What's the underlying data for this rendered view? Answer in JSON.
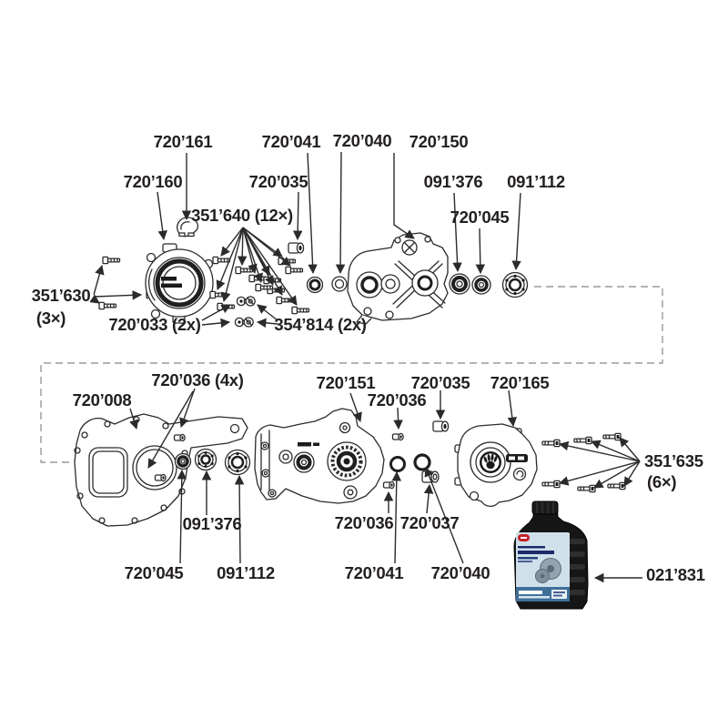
{
  "diagram": {
    "kind": "engine-crankcase-exploded-parts-diagram",
    "labels": {
      "top": {
        "l720161": "720’161",
        "l720041": "720’041",
        "l720040": "720’040",
        "l720150": "720’150",
        "l720160": "720’160",
        "l720035": "720’035",
        "l091376": "091’376",
        "l091112": "091’112",
        "l351640": "351’640 (12×)",
        "l720045": "720’045",
        "l351630": "351’630",
        "l351630_qty": "(3×)",
        "l720033": "720’033 (2x)",
        "l354814": "354’814 (2x)"
      },
      "bottom": {
        "l720036_4x": "720’036 (4x)",
        "l720008": "720’008",
        "l720151": "720’151",
        "l720036_a": "720’036",
        "l720035": "720’035",
        "l720165": "720’165",
        "l351635": "351’635",
        "l351635_qty": "(6×)",
        "l091376": "091’376",
        "l720036_b": "720’036",
        "l720037": "720’037",
        "l720045": "720’045",
        "l091112": "091’112",
        "l720041": "720’041",
        "l720040": "720’040",
        "l021831": "021’831"
      }
    },
    "colors": {
      "line": "#2b2b2b",
      "text": "#231f20",
      "dashed_connector": "#9a9a9a",
      "bottle_body": "#161616",
      "bottle_label_bg": "#cfe0ea",
      "bottle_band_blue": "#3f6f99",
      "bottle_logo_red": "#c32127",
      "bottle_text_navy": "#1d2b6b"
    }
  }
}
